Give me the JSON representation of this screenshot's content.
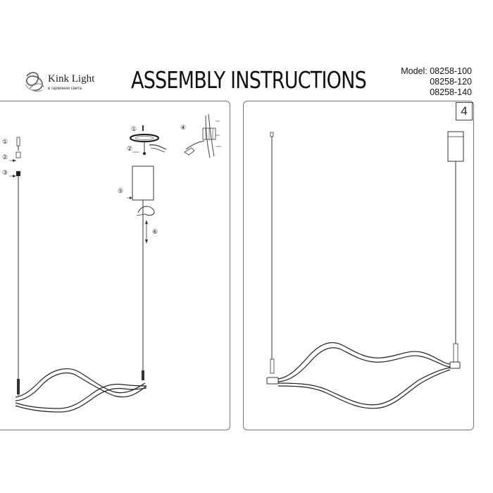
{
  "header": {
    "brand_name": "Kink Light",
    "brand_tagline": "в гармонии света",
    "title": "ASSEMBLY INSTRUCTIONS",
    "models": [
      "Model: 08258-100",
      "08258-120",
      "08258-140"
    ]
  },
  "right_panel": {
    "step_number": "4"
  },
  "callouts": {
    "c1": "①",
    "c2": "②",
    "c3": "③",
    "c4": "④",
    "c5": "⑤",
    "c6": "⑥"
  }
}
